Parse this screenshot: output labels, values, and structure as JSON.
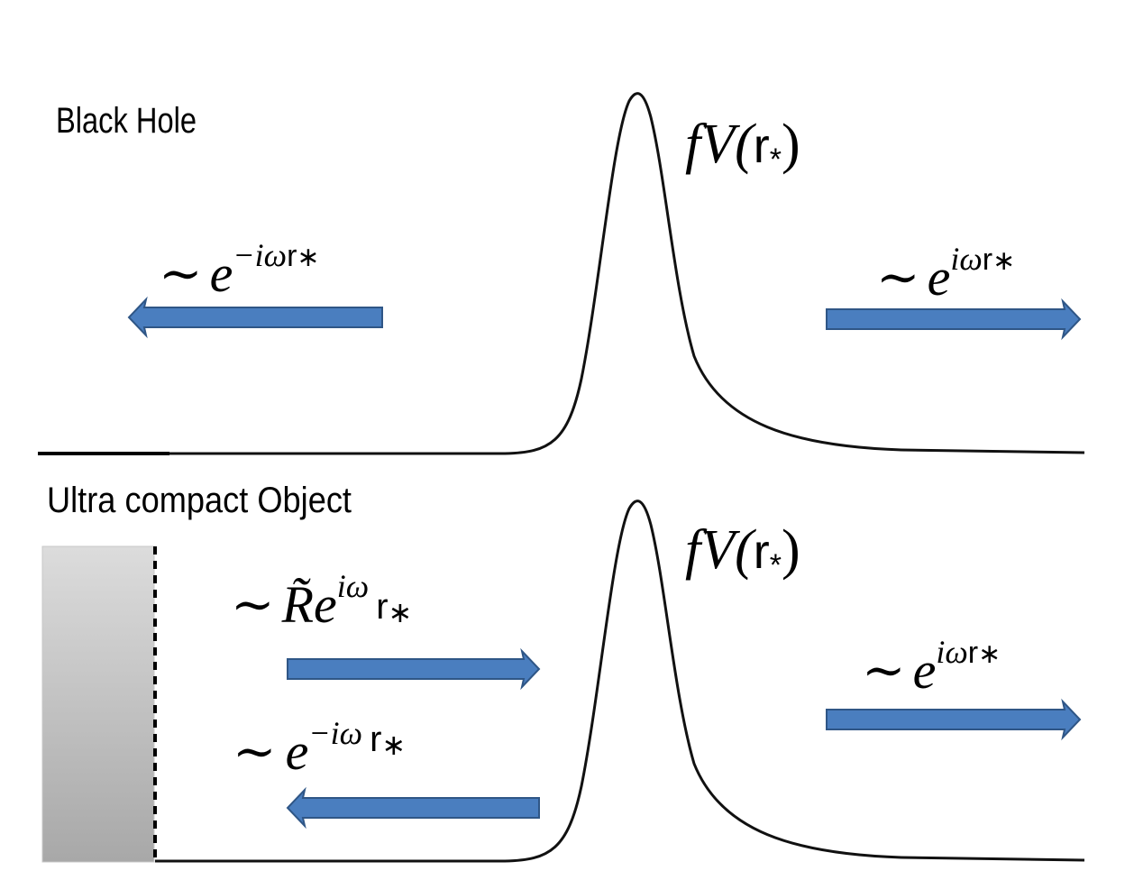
{
  "top_panel": {
    "title": "Black Hole",
    "potential": {
      "prefix": "fV(",
      "var": "r",
      "sub": "*",
      "suffix": ")"
    },
    "left_wave": {
      "tilde": "∼",
      "base": "e",
      "exp": "−iω",
      "var": "r",
      "sub": "∗"
    },
    "right_wave": {
      "tilde": "∼",
      "base": "e",
      "exp": "iω",
      "var": "r",
      "sub": "∗"
    }
  },
  "bottom_panel": {
    "title": "Ultra compact Object",
    "potential": {
      "prefix": "fV(",
      "var": "r",
      "sub": "*",
      "suffix": ")"
    },
    "reflected_wave": {
      "tilde": "∼",
      "coef": "R̃",
      "base": "e",
      "exp": "iω",
      "var": "r",
      "sub": "∗"
    },
    "ingoing_wave": {
      "tilde": "∼",
      "base": "e",
      "exp": "−iω",
      "var": "r",
      "sub": "∗"
    },
    "right_wave": {
      "tilde": "∼",
      "base": "e",
      "exp": "iω",
      "var": "r",
      "sub": "∗"
    }
  },
  "colors": {
    "arrow_fill": "#4a7ebf",
    "arrow_stroke": "#2f5686",
    "surface_top": "#dcdcdc",
    "surface_bottom": "#a8a8a8"
  }
}
